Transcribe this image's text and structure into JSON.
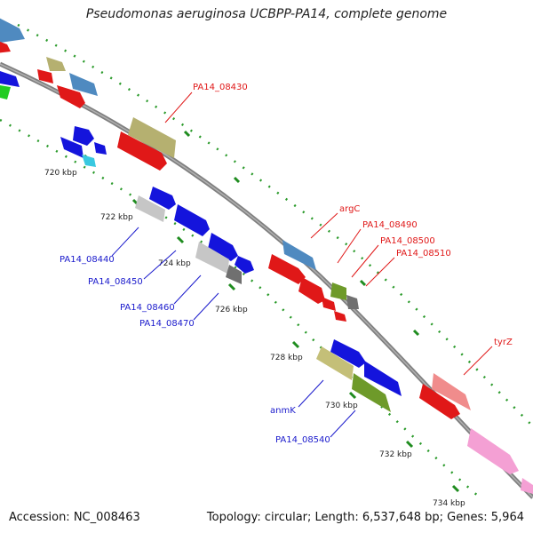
{
  "title": "Pseudomonas aeruginosa UCBPP-PA14, complete genome",
  "footer": {
    "accession": "Accession: NC_008463",
    "stats": "Topology: circular; Length: 6,537,648 bp; Genes: 5,964"
  },
  "colors": {
    "backbone": "#7a7a7a",
    "ticks": "#1f8c1f",
    "label_red": "#e01818",
    "label_blue": "#1a1acc"
  },
  "ticks": [
    {
      "label": "720 kbp"
    },
    {
      "label": "722 kbp"
    },
    {
      "label": "724 kbp"
    },
    {
      "label": "726 kbp"
    },
    {
      "label": "728 kbp"
    },
    {
      "label": "730 kbp"
    },
    {
      "label": "732 kbp"
    },
    {
      "label": "734 kbp"
    }
  ],
  "gene_labels": [
    {
      "text": "PA14_08430",
      "color": "red"
    },
    {
      "text": "argC",
      "color": "red"
    },
    {
      "text": "PA14_08490",
      "color": "red"
    },
    {
      "text": "PA14_08500",
      "color": "red"
    },
    {
      "text": "PA14_08510",
      "color": "red"
    },
    {
      "text": "tyrZ",
      "color": "red"
    },
    {
      "text": "PA14_08440",
      "color": "blue"
    },
    {
      "text": "PA14_08450",
      "color": "blue"
    },
    {
      "text": "PA14_08460",
      "color": "blue"
    },
    {
      "text": "PA14_08470",
      "color": "blue"
    },
    {
      "text": "anmK",
      "color": "blue"
    },
    {
      "text": "PA14_08540",
      "color": "blue"
    }
  ]
}
